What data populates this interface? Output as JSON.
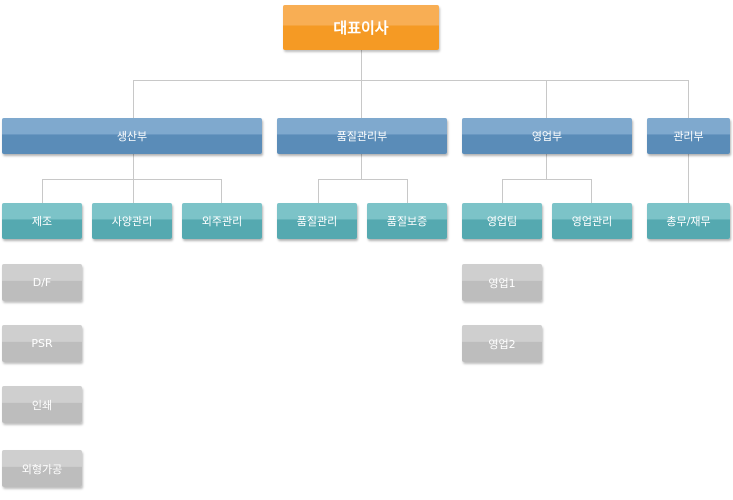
{
  "ceo": "대표이사",
  "departments": [
    {
      "name": "생산부",
      "teams": [
        "제조",
        "사양관리",
        "외주관리"
      ]
    },
    {
      "name": "품질관리부",
      "teams": [
        "품질관리",
        "품질보증"
      ]
    },
    {
      "name": "영업부",
      "teams": [
        "영업팀",
        "영업관리"
      ]
    },
    {
      "name": "관리부",
      "teams": [
        "총무/재무"
      ]
    }
  ],
  "sub_units": {
    "manufacturing": [
      "D/F",
      "PSR",
      "인쇄",
      "외형가공"
    ],
    "sales_team": [
      "영업1",
      "영업2"
    ]
  },
  "colors": {
    "ceo": "#f59a24",
    "department": "#5a8cb8",
    "team": "#55a9b0",
    "sub_unit": "#bdbdbd",
    "connector": "#c8c8c8"
  }
}
